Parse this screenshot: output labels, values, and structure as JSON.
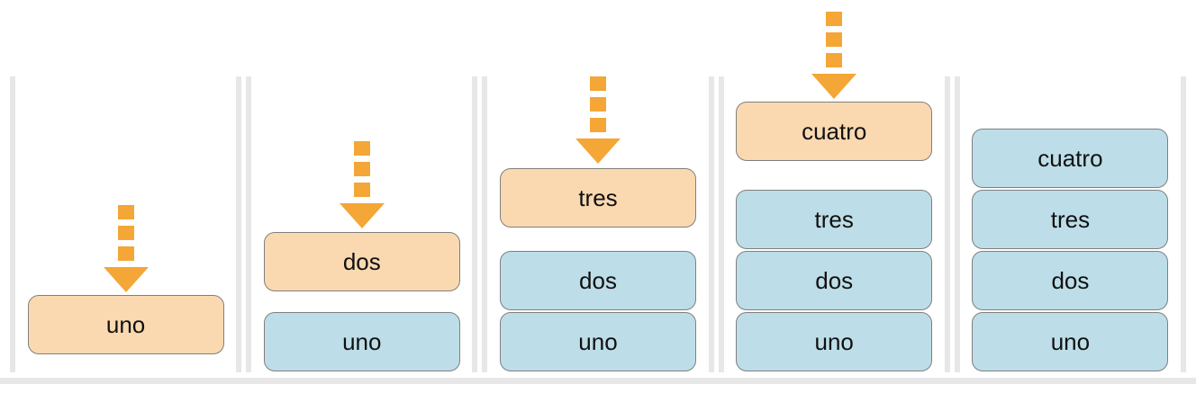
{
  "diagram": {
    "name": "stack-push-sequence",
    "colors": {
      "pushed_box_fill": "#fad9b1",
      "stacked_box_fill": "#bddee8",
      "box_border": "#7f7f7f",
      "arrow": "#f4a636",
      "frame": "#e7e7e7",
      "label_text": "#111111"
    },
    "panels": [
      {
        "pushing": "uno",
        "stack": []
      },
      {
        "pushing": "dos",
        "stack": [
          "uno"
        ]
      },
      {
        "pushing": "tres",
        "stack": [
          "dos",
          "uno"
        ]
      },
      {
        "pushing": "cuatro",
        "stack": [
          "tres",
          "dos",
          "uno"
        ]
      },
      {
        "pushing": null,
        "stack": [
          "cuatro",
          "tres",
          "dos",
          "uno"
        ]
      }
    ]
  }
}
